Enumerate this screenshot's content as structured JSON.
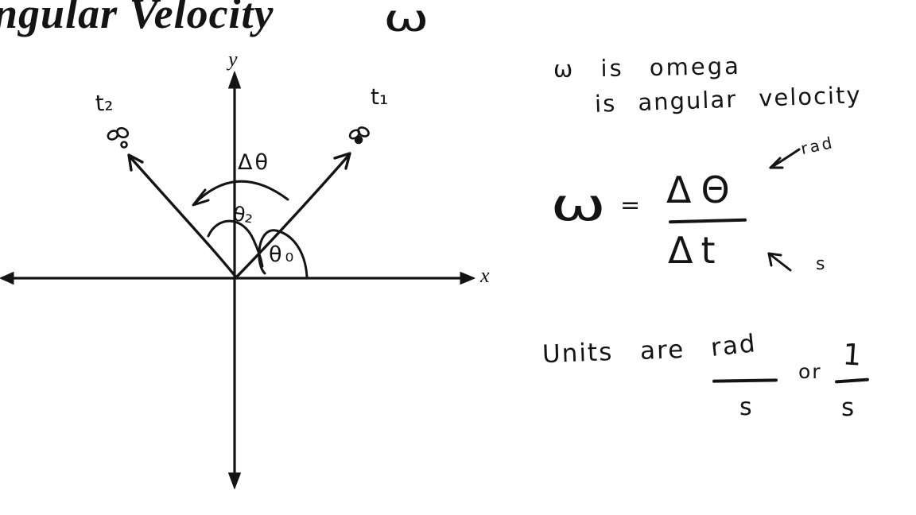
{
  "colors": {
    "ink": "#141414",
    "background": "#ffffff"
  },
  "title": {
    "text": "ngular Velocity",
    "omega": "ω"
  },
  "diagram": {
    "y_axis_label": "y",
    "x_axis_label": "x",
    "vector_t1_label": "t₁",
    "vector_t2_label": "t₂",
    "delta_theta_label": "Δθ",
    "theta_2_label": "θ₂",
    "theta_0_label": "θ₀"
  },
  "notes": {
    "definition_line1": "ω is omega",
    "definition_line2": "is angular velocity",
    "formula": {
      "lhs": "ω",
      "equals": "=",
      "numerator": "ΔΘ",
      "denominator": "Δt",
      "numerator_unit_annotation": "rad",
      "denominator_unit_annotation": "s"
    },
    "units": {
      "prefix": "Units are",
      "fraction1": {
        "numerator": "rad",
        "denominator": "s"
      },
      "conjunction": "or",
      "fraction2": {
        "numerator": "1",
        "denominator": "s"
      }
    }
  }
}
